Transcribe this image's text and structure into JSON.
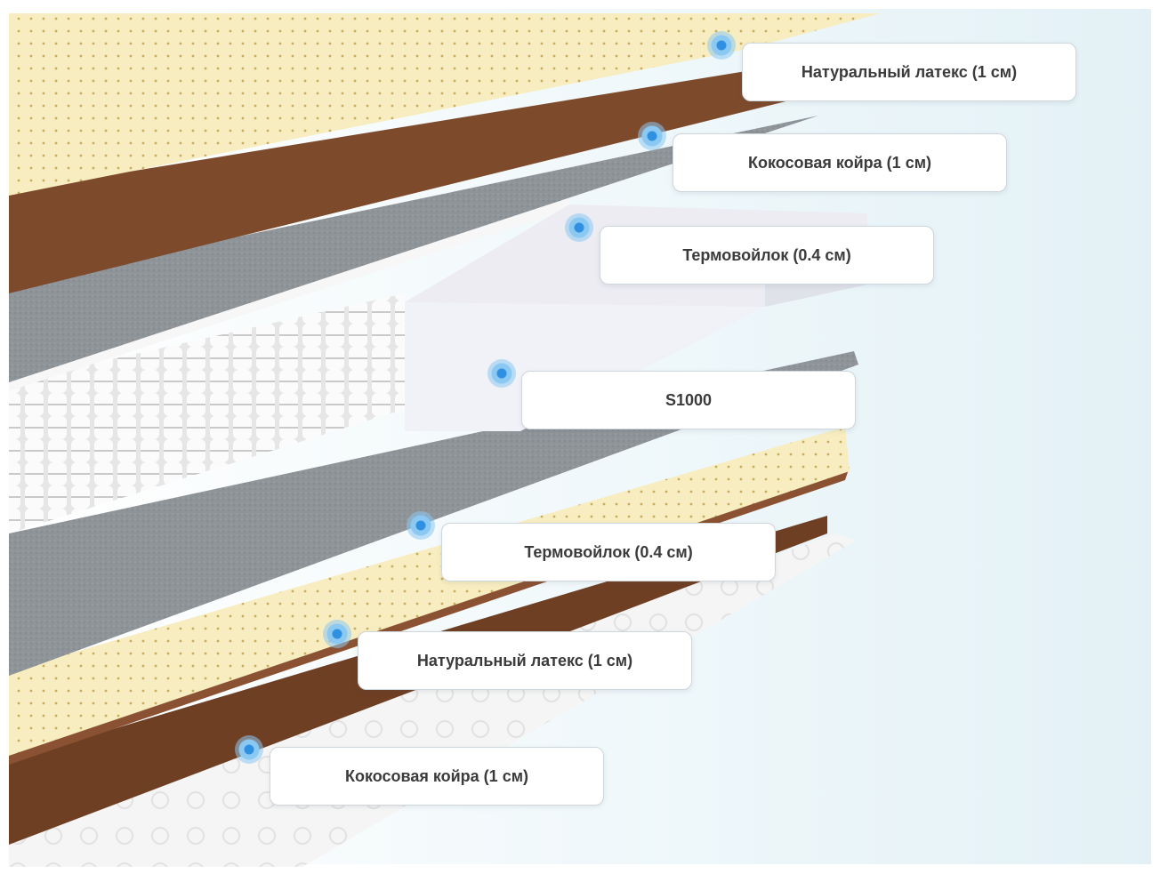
{
  "layers": [
    {
      "label": "Натуральный латекс (1 см)"
    },
    {
      "label": "Кокосовая койра (1 см)"
    },
    {
      "label": "Термовойлок (0.4 см)"
    },
    {
      "label": "S1000"
    },
    {
      "label": "Термовойлок (0.4 см)"
    },
    {
      "label": "Натуральный латекс (1 см)"
    },
    {
      "label": "Кокосовая койра (1 см)"
    }
  ],
  "colors": {
    "latex": "#f7edc0",
    "coir": "#7e4a2c",
    "felt": "#8e9398",
    "springs": "#f4f4f4",
    "cover": "#f3f3f3",
    "marker": "#3a95e0",
    "background": "#e8f4f8"
  }
}
